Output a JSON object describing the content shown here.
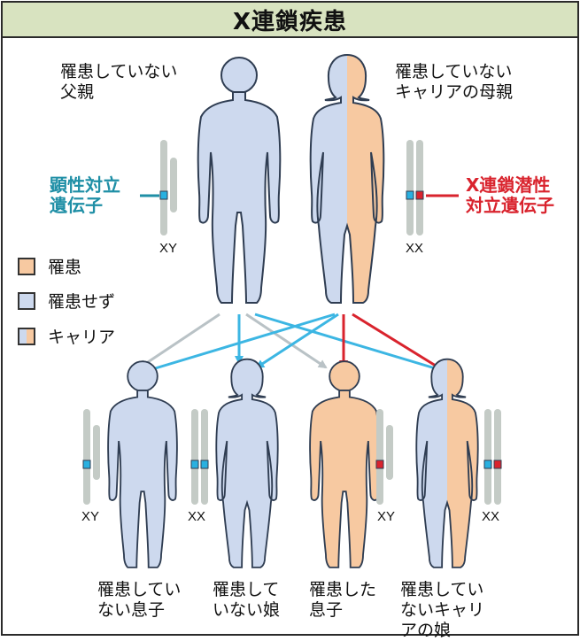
{
  "title": "X連鎖疾患",
  "parents": {
    "father_label": "罹患していない\n父親",
    "mother_label": "罹患していない\nキャリアの母親",
    "father_chr": "XY",
    "mother_chr": "XX"
  },
  "alleles": {
    "dominant": "顕性対立\n遺伝子",
    "recessive": "X連鎖潜性\n対立遺伝子"
  },
  "legend": [
    {
      "status": "affected",
      "label": "罹患"
    },
    {
      "status": "unaffected",
      "label": "罹患せず"
    },
    {
      "status": "carrier",
      "label": "キャリア"
    }
  ],
  "children": [
    {
      "label": "罹患してい\nない息子",
      "chr": "XY",
      "status": "unaffected"
    },
    {
      "label": "罹患して\nいない娘",
      "chr": "XX",
      "status": "unaffected"
    },
    {
      "label": "罹患した\n息子",
      "chr": "XY",
      "status": "affected"
    },
    {
      "label": "罹患してい\nないキャリ\nアの娘",
      "chr": "XX",
      "status": "carrier"
    }
  ],
  "colors": {
    "affected": "#f7c9a1",
    "unaffected": "#cdd9ee",
    "outline": "#2f3d52",
    "chromosome": "#c4cbc6",
    "dominant_allele": "#29b0e0",
    "recessive_allele": "#d9232d",
    "arrow_blue": "#3cb6e3",
    "arrow_red": "#d9232d",
    "arrow_gray": "#b9c2c6",
    "title_bg": "#d8e3c0"
  }
}
